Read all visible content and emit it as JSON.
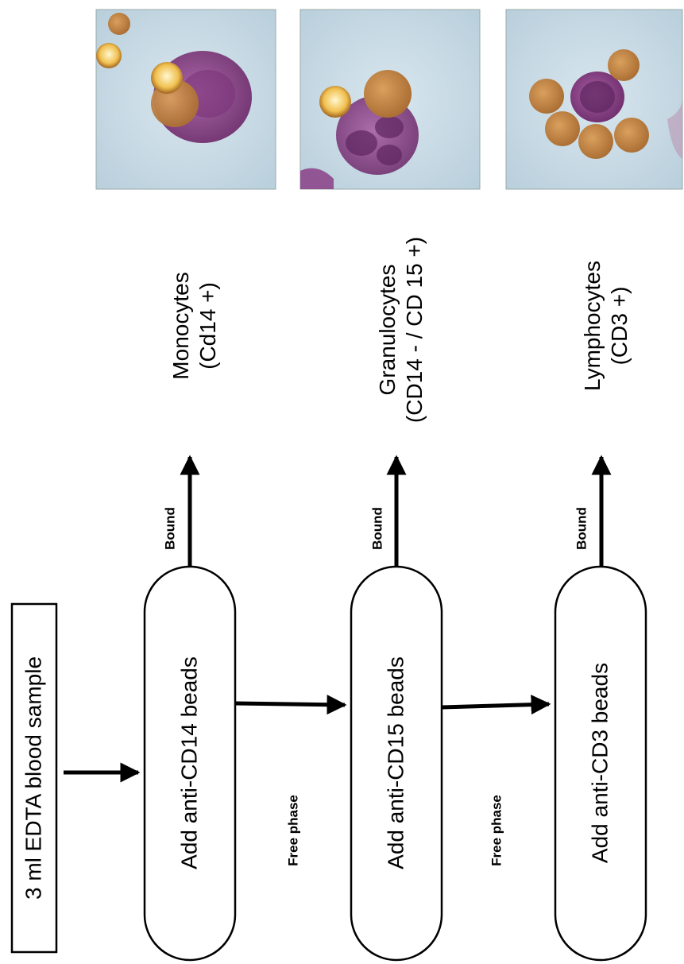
{
  "start_box": {
    "label": "3 ml EDTA blood sample"
  },
  "steps": [
    {
      "label": "Add anti-CD14 beads"
    },
    {
      "label": "Add anti-CD15 beads"
    },
    {
      "label": "Add anti-CD3 beads"
    }
  ],
  "edge_labels": {
    "free_phase": "Free phase",
    "bound": "Bound"
  },
  "outputs": [
    {
      "name": "Monocytes",
      "marker": "(Cd14 +)"
    },
    {
      "name": "Granulocytes",
      "marker": "(CD14 - / CD 15 +)"
    },
    {
      "name": "Lymphocytes",
      "marker": "(CD3 +)"
    }
  ],
  "micrographs": [
    {
      "description_icon": "monocyte-micrograph"
    },
    {
      "description_icon": "granulocyte-micrograph"
    },
    {
      "description_icon": "lymphocyte-micrograph"
    }
  ],
  "colors": {
    "line": "#000000",
    "micro_bg": "#c9dce6",
    "cell_purple": "#8a3f86",
    "bead_orange": "#c98a4a",
    "bead_highlight": "#f6d46a"
  }
}
